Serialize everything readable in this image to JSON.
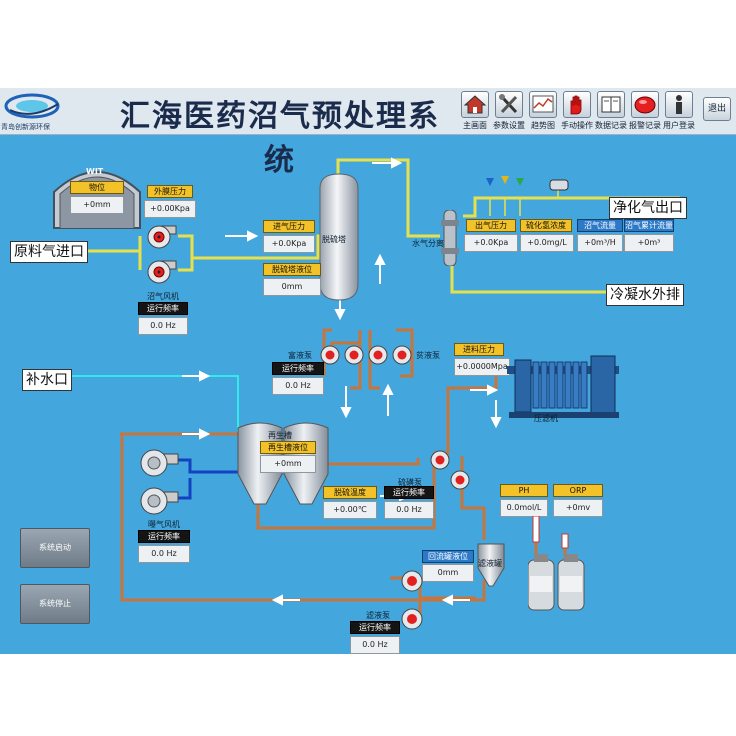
{
  "header": {
    "title": "汇海医药沼气预处理系统",
    "logo_text": "青岛创新源环保",
    "nav": [
      {
        "label": "主画面",
        "icon": "home-icon"
      },
      {
        "label": "参数设置",
        "icon": "tools-icon"
      },
      {
        "label": "趋势图",
        "icon": "trend-chart-icon"
      },
      {
        "label": "手动操作",
        "icon": "hand-stop-icon"
      },
      {
        "label": "数据记录",
        "icon": "book-icon"
      },
      {
        "label": "报警记录",
        "icon": "alarm-light-icon"
      },
      {
        "label": "用户登录",
        "icon": "user-icon"
      }
    ],
    "exit_label": "退出"
  },
  "gasholder": {
    "name": "WIT",
    "level_label": "物位",
    "level_value": "+0mm"
  },
  "outer_membrane": {
    "label": "外膜压力",
    "value": "+0.00Kpa"
  },
  "inlet_tag": "原料气进口",
  "biogas_fan": {
    "name": "沼气风机",
    "freq_label": "运行频率",
    "freq_value": "0.0",
    "unit": "Hz"
  },
  "intake_pressure": {
    "label": "进气压力",
    "value": "+0.0Kpa"
  },
  "desulf_tower": {
    "name": "脱硫塔",
    "level_label": "脱硫塔液位",
    "level_value": "0mm"
  },
  "water_separator": {
    "name": "水气分离"
  },
  "outlet": {
    "pressure_label": "出气压力",
    "pressure_value": "+0.0Kpa",
    "h2s_label": "硫化氢浓度",
    "h2s_value": "+0.0mg/L",
    "flow_label": "沼气流量",
    "flow_value": "+0m³/H",
    "total_label": "沼气累计流量",
    "total_value": "+0m³"
  },
  "clean_gas_tag": "净化气出口",
  "condensate_tag": "冷凝水外排",
  "rich_pump": {
    "name": "富液泵",
    "freq_label": "运行频率",
    "freq_value": "0.0",
    "unit": "Hz"
  },
  "lean_pump": {
    "name": "贫液泵"
  },
  "makeup_water_tag": "补水口",
  "feed_pressure": {
    "label": "进料压力",
    "value": "+0.0000Mpa"
  },
  "filter_press": {
    "name": "压滤机"
  },
  "regen_tank": {
    "name": "再生槽",
    "level_label": "再生槽液位",
    "level_value": "+0mm"
  },
  "aeration_fan": {
    "name": "曝气风机",
    "freq_label": "运行频率",
    "freq_value": "0.0",
    "unit": "Hz"
  },
  "desulf_temp": {
    "label": "脱硫温度",
    "value": "+0.00℃"
  },
  "sulfur_pump": {
    "name": "硫磺泵",
    "freq_label": "运行频率",
    "freq_value": "0.0",
    "unit": "Hz"
  },
  "ph": {
    "label": "PH",
    "value": "0.0mol/L"
  },
  "orp": {
    "label": "ORP",
    "value": "+0mv"
  },
  "return_tank": {
    "name": "滤液罐",
    "level_label": "回流罐液位",
    "level_value": "0mm"
  },
  "filtrate_pump": {
    "name": "滤液泵",
    "freq_label": "运行频率",
    "freq_value": "0.0",
    "unit": "Hz"
  },
  "buttons": {
    "start": "系统启动",
    "stop": "系统停止"
  }
}
